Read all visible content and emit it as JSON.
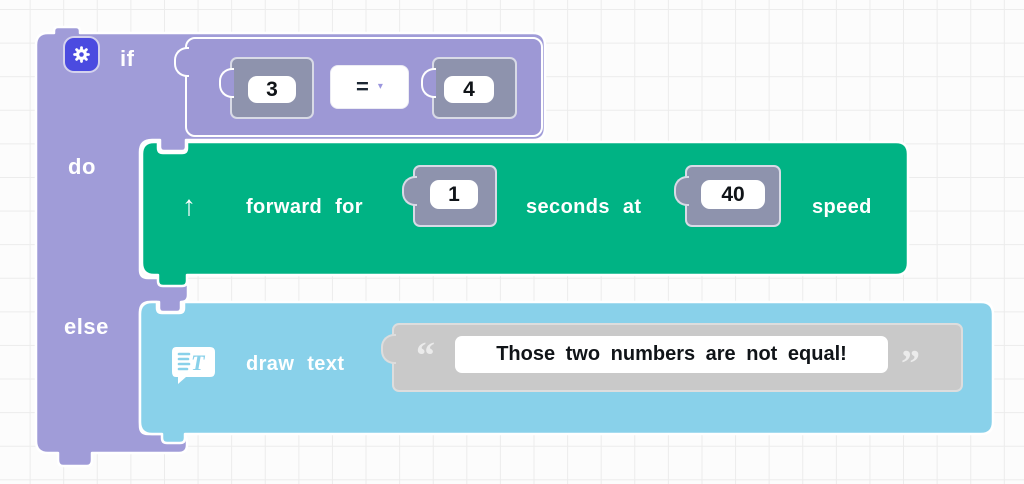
{
  "workspace": {
    "kind": "blockly-canvas"
  },
  "colors": {
    "if_block_purple": "#a09cd8",
    "comparison_purple": "#9d98d5",
    "move_block_green": "#00b384",
    "text_block_blue": "#89d1ea",
    "socket_gray": "#8e93ad",
    "string_gray": "#c9c9c9",
    "gear_button_blue": "#4b4be0",
    "background": "#fcfcfc"
  },
  "if_block": {
    "if_label": "if",
    "do_label": "do",
    "else_label": "else",
    "gear_icon": "gear-icon",
    "condition": {
      "left_operand": "3",
      "operator": "=",
      "dropdown_icon": "▾",
      "right_operand": "4"
    }
  },
  "move_block": {
    "arrow_icon": "↑",
    "label_forward": "forward for",
    "duration_value": "1",
    "label_seconds": "seconds at",
    "speed_value": "40",
    "label_speed": "speed"
  },
  "draw_text_block": {
    "icon": "draw-text-icon",
    "label": "draw text",
    "open_quote": "“",
    "text_value": "Those two numbers are not equal!",
    "close_quote": "”"
  }
}
